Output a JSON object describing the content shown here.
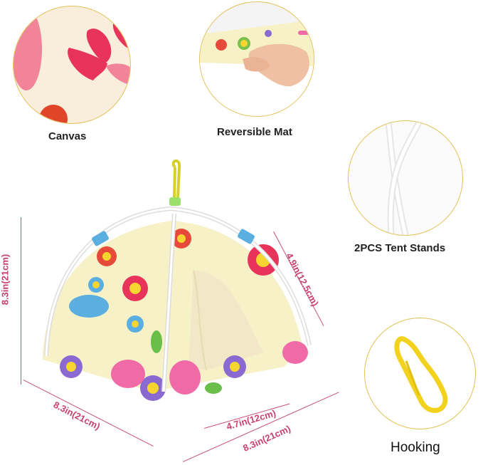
{
  "features": [
    {
      "id": "canvas",
      "label": "Canvas"
    },
    {
      "id": "reversible-mat",
      "label": "Reversible Mat"
    },
    {
      "id": "tent-stands",
      "label": "2PCS Tent Stands"
    },
    {
      "id": "hooking",
      "label": "Hooking"
    }
  ],
  "dimensions": {
    "height": "8.3in(21cm)",
    "door_height": "4.9in(12.5cm)",
    "depth": "8.3in(21cm)",
    "door_width": "4.7in(12cm)",
    "width": "8.3in(21cm)"
  },
  "colors": {
    "accent_dim": "#c8406f",
    "circle_border": "#e2c25a",
    "tent_base": "#f7f1c8",
    "hook_yellow": "#f2d21e",
    "pole_blue": "#5aaee0"
  }
}
